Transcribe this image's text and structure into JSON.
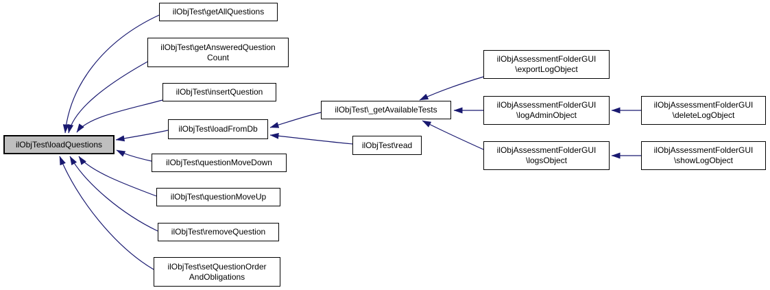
{
  "diagram": {
    "type": "call-graph",
    "colors": {
      "background": "#ffffff",
      "arrow": "#191970",
      "node_border": "#000000",
      "node_fill": "#ffffff",
      "highlight_fill": "#bfbfbf"
    },
    "nodes": [
      {
        "id": "loadQuestions",
        "lines": [
          "ilObjTest\\loadQuestions"
        ],
        "highlighted": true
      },
      {
        "id": "getAllQuestions",
        "lines": [
          "ilObjTest\\getAllQuestions"
        ]
      },
      {
        "id": "getAnsweredQuestionCount",
        "lines": [
          "ilObjTest\\getAnsweredQuestion",
          "Count"
        ]
      },
      {
        "id": "insertQuestion",
        "lines": [
          "ilObjTest\\insertQuestion"
        ]
      },
      {
        "id": "loadFromDb",
        "lines": [
          "ilObjTest\\loadFromDb"
        ]
      },
      {
        "id": "questionMoveDown",
        "lines": [
          "ilObjTest\\questionMoveDown"
        ]
      },
      {
        "id": "questionMoveUp",
        "lines": [
          "ilObjTest\\questionMoveUp"
        ]
      },
      {
        "id": "removeQuestion",
        "lines": [
          "ilObjTest\\removeQuestion"
        ]
      },
      {
        "id": "setQuestionOrderAndObligations",
        "lines": [
          "ilObjTest\\setQuestionOrder",
          "AndObligations"
        ]
      },
      {
        "id": "_getAvailableTests",
        "lines": [
          "ilObjTest\\_getAvailableTests"
        ]
      },
      {
        "id": "read",
        "lines": [
          "ilObjTest\\read"
        ]
      },
      {
        "id": "exportLogObject",
        "lines": [
          "ilObjAssessmentFolderGUI",
          "\\exportLogObject"
        ]
      },
      {
        "id": "logAdminObject",
        "lines": [
          "ilObjAssessmentFolderGUI",
          "\\logAdminObject"
        ]
      },
      {
        "id": "logsObject",
        "lines": [
          "ilObjAssessmentFolderGUI",
          "\\logsObject"
        ]
      },
      {
        "id": "deleteLogObject",
        "lines": [
          "ilObjAssessmentFolderGUI",
          "\\deleteLogObject"
        ]
      },
      {
        "id": "showLogObject",
        "lines": [
          "ilObjAssessmentFolderGUI",
          "\\showLogObject"
        ]
      }
    ],
    "edges": [
      {
        "from": "getAllQuestions",
        "to": "loadQuestions"
      },
      {
        "from": "getAnsweredQuestionCount",
        "to": "loadQuestions"
      },
      {
        "from": "insertQuestion",
        "to": "loadQuestions"
      },
      {
        "from": "loadFromDb",
        "to": "loadQuestions"
      },
      {
        "from": "questionMoveDown",
        "to": "loadQuestions"
      },
      {
        "from": "questionMoveUp",
        "to": "loadQuestions"
      },
      {
        "from": "removeQuestion",
        "to": "loadQuestions"
      },
      {
        "from": "setQuestionOrderAndObligations",
        "to": "loadQuestions"
      },
      {
        "from": "_getAvailableTests",
        "to": "loadFromDb"
      },
      {
        "from": "read",
        "to": "loadFromDb"
      },
      {
        "from": "exportLogObject",
        "to": "_getAvailableTests"
      },
      {
        "from": "logAdminObject",
        "to": "_getAvailableTests"
      },
      {
        "from": "logsObject",
        "to": "_getAvailableTests"
      },
      {
        "from": "deleteLogObject",
        "to": "logAdminObject"
      },
      {
        "from": "showLogObject",
        "to": "logsObject"
      }
    ]
  }
}
